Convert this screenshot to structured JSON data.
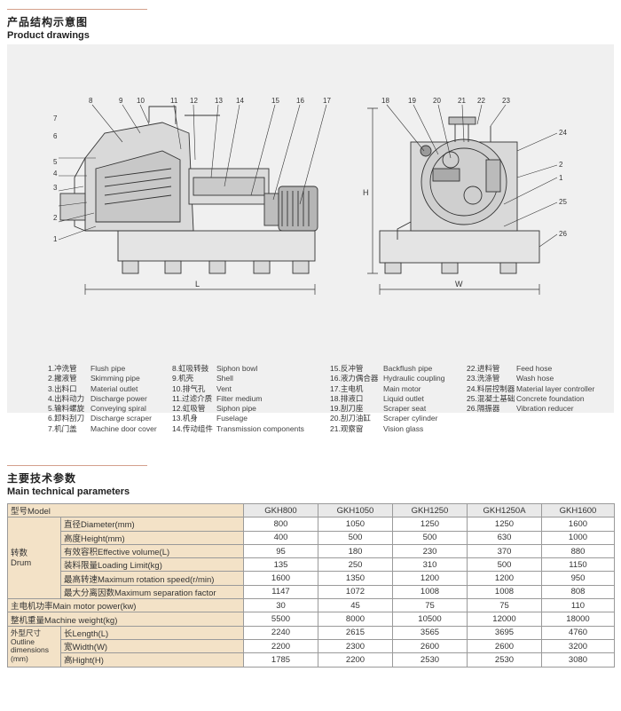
{
  "drawings": {
    "title_cn": "产品结构示意图",
    "title_en": "Product drawings",
    "front_numbers": [
      "1",
      "2",
      "3",
      "4",
      "5",
      "6",
      "7",
      "8",
      "9",
      "10",
      "11",
      "12",
      "13",
      "14",
      "15",
      "16",
      "17"
    ],
    "side_numbers": [
      "18",
      "19",
      "20",
      "21",
      "22",
      "23",
      "24",
      "2",
      "1",
      "25",
      "26"
    ],
    "dim_h": "H",
    "dim_l": "L",
    "dim_w": "W"
  },
  "legend": {
    "col1": [
      {
        "cn": "1.冲洗管",
        "en": "Flush pipe"
      },
      {
        "cn": "2.撇液管",
        "en": "Skimming pipe"
      },
      {
        "cn": "3.出料口",
        "en": "Material outlet"
      },
      {
        "cn": "4.出料动力",
        "en": "Discharge power"
      },
      {
        "cn": "5.输料螺旋",
        "en": "Conveying spiral"
      },
      {
        "cn": "6.卸料刮刀",
        "en": "Discharge scraper"
      },
      {
        "cn": "7.机门盖",
        "en": "Machine door cover"
      }
    ],
    "col2": [
      {
        "cn": "8.虹吸转鼓",
        "en": "Siphon bowl"
      },
      {
        "cn": "9.机壳",
        "en": "Shell"
      },
      {
        "cn": "10.排气孔",
        "en": "Vent"
      },
      {
        "cn": "11.过滤介质",
        "en": "Filter medium"
      },
      {
        "cn": "12.虹吸管",
        "en": "Siphon pipe"
      },
      {
        "cn": "13.机身",
        "en": "Fuselage"
      },
      {
        "cn": "14.传动组件",
        "en": "Transmission components"
      }
    ],
    "col3": [
      {
        "cn": "15.反冲管",
        "en": "Backflush pipe"
      },
      {
        "cn": "16.液力偶合器",
        "en": "Hydraulic coupling"
      },
      {
        "cn": "17.主电机",
        "en": "Main motor"
      },
      {
        "cn": "18.排液口",
        "en": "Liquid outlet"
      },
      {
        "cn": "19.刮刀座",
        "en": "Scraper seat"
      },
      {
        "cn": "20.刮刀油缸",
        "en": "Scraper cylinder"
      },
      {
        "cn": "21.观察窗",
        "en": "Vision glass"
      }
    ],
    "col4": [
      {
        "cn": "22.进料管",
        "en": "Feed hose"
      },
      {
        "cn": "23.洗涤管",
        "en": "Wash hose"
      },
      {
        "cn": "24.料层控制器",
        "en": "Material layer controller"
      },
      {
        "cn": "25.混凝土基础",
        "en": "Concrete foundation"
      },
      {
        "cn": "26.隔振器",
        "en": "Vibration reducer"
      }
    ]
  },
  "params": {
    "title_cn": "主要技术参数",
    "title_en": "Main technical parameters",
    "model_label": "型号Model",
    "models": [
      "GKH800",
      "GKH1050",
      "GKH1250",
      "GKH1250A",
      "GKH1600"
    ],
    "drum_group": "转数\nDrum",
    "drum_rows": [
      {
        "label": "直径Diameter(mm)",
        "values": [
          "800",
          "1050",
          "1250",
          "1250",
          "1600"
        ]
      },
      {
        "label": "高度Height(mm)",
        "values": [
          "400",
          "500",
          "500",
          "630",
          "1000"
        ]
      },
      {
        "label": "有效容积Effective volume(L)",
        "values": [
          "95",
          "180",
          "230",
          "370",
          "880"
        ]
      },
      {
        "label": "装料限量Loading Limit(kg)",
        "values": [
          "135",
          "250",
          "310",
          "500",
          "1150"
        ]
      },
      {
        "label": "最高转速Maximum rotation speed(r/min)",
        "values": [
          "1600",
          "1350",
          "1200",
          "1200",
          "950"
        ]
      },
      {
        "label": "最大分离因数Maximum separation factor",
        "values": [
          "1147",
          "1072",
          "1008",
          "1008",
          "808"
        ]
      }
    ],
    "motor_row": {
      "label": "主电机功率Main motor power(kw)",
      "values": [
        "30",
        "45",
        "75",
        "75",
        "110"
      ]
    },
    "weight_row": {
      "label": "整机重量Machine weight(kg)",
      "values": [
        "5500",
        "8000",
        "10500",
        "12000",
        "18000"
      ]
    },
    "outline_group": "外型尺寸\nOutline\ndimensions\n(mm)",
    "outline_rows": [
      {
        "label": "长Length(L)",
        "values": [
          "2240",
          "2615",
          "3565",
          "3695",
          "4760"
        ]
      },
      {
        "label": "宽Width(W)",
        "values": [
          "2200",
          "2300",
          "2600",
          "2600",
          "3200"
        ]
      },
      {
        "label": "高Hight(H)",
        "values": [
          "1785",
          "2200",
          "2530",
          "2530",
          "3080"
        ]
      }
    ]
  }
}
